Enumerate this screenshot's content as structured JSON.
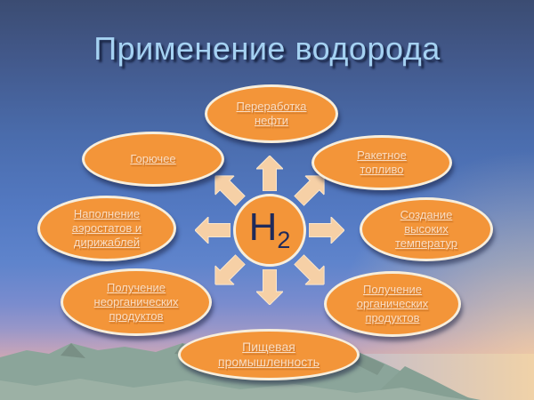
{
  "slide": {
    "title": "Применение водорода"
  },
  "center": {
    "symbol": "H",
    "subscript": "2"
  },
  "nodes": [
    {
      "label": "Переработка нефти"
    },
    {
      "label": "Горючее"
    },
    {
      "label": "Ракетное топливо"
    },
    {
      "label": "Наполнение аэростатов и дирижаблей"
    },
    {
      "label": "Создание высоких температур"
    },
    {
      "label": "Получение неорганических продуктов"
    },
    {
      "label": "Получение органических продуктов"
    },
    {
      "label": "Пищевая промышленность"
    }
  ],
  "colors": {
    "title": "#A5D2F2",
    "ellipse_fill": "#F39539",
    "ellipse_border": "#F7EEDC",
    "ellipse_text": "#F9DCC2",
    "center_text": "#1F2A5A",
    "arrow": "#F6D0A6",
    "mountain": "#8BA59A",
    "mountain_shadow": "#798F85",
    "sea_near": "#9BA6DB",
    "sea_far": "#F0D2A8"
  }
}
